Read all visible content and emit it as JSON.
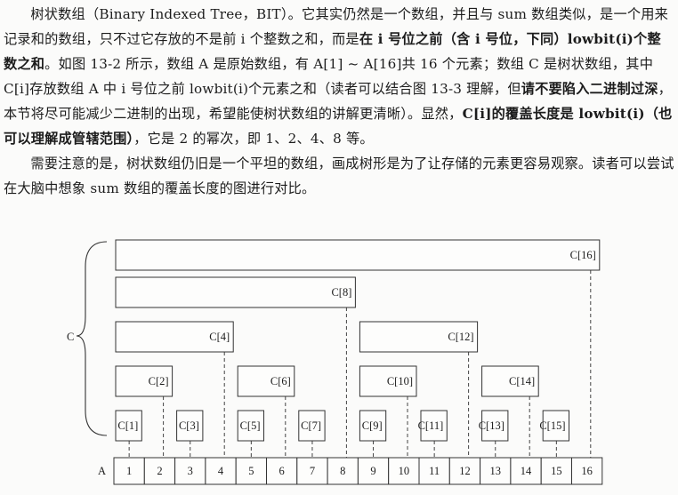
{
  "paragraphs": [
    [
      {
        "t": "树状数组（Binary Indexed Tree，BIT）。它其实仍然是一个数组，并且与 sum 数组类似，是一个用来记录和的数组，只不过它存放的不是前 i 个整数之和，而是"
      },
      {
        "t": "在 i 号位之前（含 i 号位，下同）lowbit(i)个整数之和",
        "b": true
      },
      {
        "t": "。如图 13-2 所示，数组 A 是原始数组，有 A[1] ~ A[16]共 16 个元素；数组 C 是树状数组，其中 C[i]存放数组 A 中 i 号位之前 lowbit(i)个元素之和（读者可以结合图 13-3 理解，但"
      },
      {
        "t": "请不要陷入二进制过深",
        "b": true
      },
      {
        "t": "，本节将尽可能减少二进制的出现，希望能使树状数组的讲解更清晰）。显然，"
      },
      {
        "t": "C[i]的覆盖长度是 lowbit(i)（也可以理解成管辖范围）",
        "b": true
      },
      {
        "t": "，它是 2 的幂次，即 1、2、4、8 等。"
      }
    ],
    [
      {
        "t": "需要注意的是，树状数组仍旧是一个平坦的数组，画成树形是为了让存储的元素更容易观察。读者可以尝试在大脑中想象 sum 数组的覆盖长度的图进行对比。"
      }
    ]
  ],
  "figure": {
    "array_a_label": "A",
    "array_c_label": "C",
    "indices": [
      "1",
      "2",
      "3",
      "4",
      "5",
      "6",
      "7",
      "8",
      "9",
      "10",
      "11",
      "12",
      "13",
      "14",
      "15",
      "16"
    ],
    "nodes": [
      {
        "label": "C[1]",
        "index": 1,
        "lowbit": 1
      },
      {
        "label": "C[2]",
        "index": 2,
        "lowbit": 2
      },
      {
        "label": "C[3]",
        "index": 3,
        "lowbit": 1
      },
      {
        "label": "C[4]",
        "index": 4,
        "lowbit": 4
      },
      {
        "label": "C[5]",
        "index": 5,
        "lowbit": 1
      },
      {
        "label": "C[6]",
        "index": 6,
        "lowbit": 2
      },
      {
        "label": "C[7]",
        "index": 7,
        "lowbit": 1
      },
      {
        "label": "C[8]",
        "index": 8,
        "lowbit": 8
      },
      {
        "label": "C[9]",
        "index": 9,
        "lowbit": 1
      },
      {
        "label": "C[10]",
        "index": 10,
        "lowbit": 2
      },
      {
        "label": "C[11]",
        "index": 11,
        "lowbit": 1
      },
      {
        "label": "C[12]",
        "index": 12,
        "lowbit": 4
      },
      {
        "label": "C[13]",
        "index": 13,
        "lowbit": 1
      },
      {
        "label": "C[14]",
        "index": 14,
        "lowbit": 2
      },
      {
        "label": "C[15]",
        "index": 15,
        "lowbit": 1
      },
      {
        "label": "C[16]",
        "index": 16,
        "lowbit": 16
      }
    ]
  }
}
